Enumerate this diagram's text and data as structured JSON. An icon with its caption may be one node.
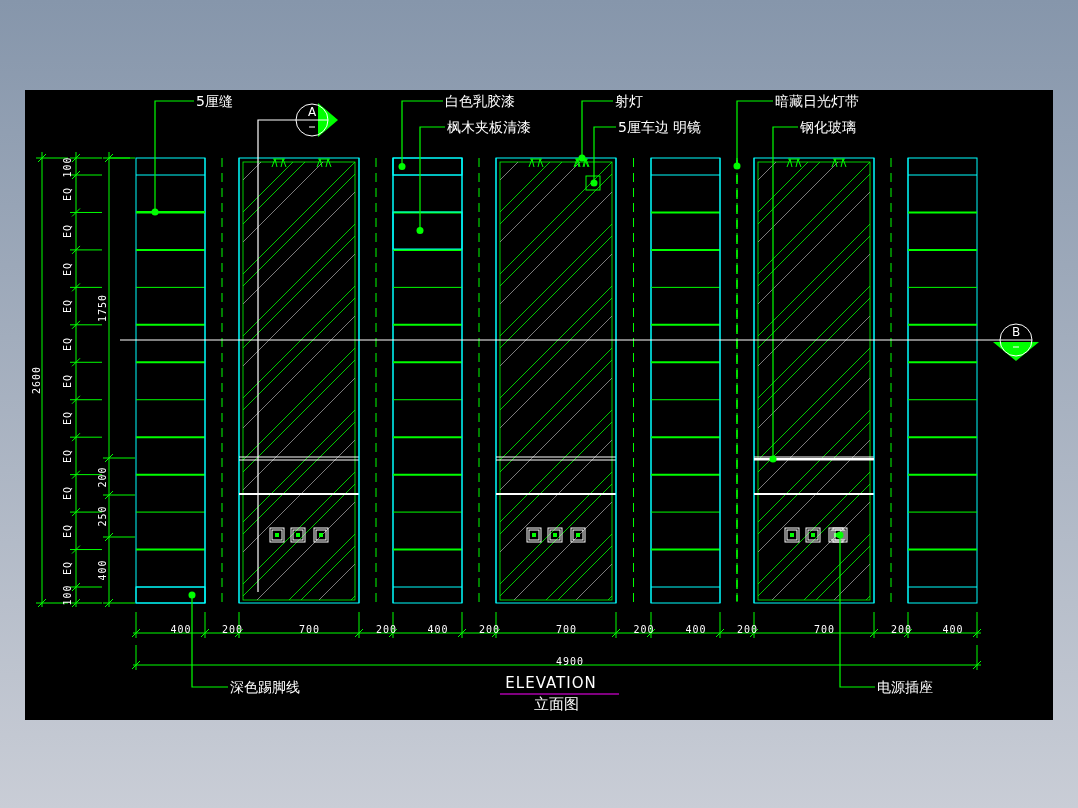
{
  "diagram": {
    "title": "ELEVATION",
    "caption": "立面图",
    "nodes": [
      {
        "text": [
          "5厘缝"
        ]
      },
      {
        "text": [
          "白色乳胶漆"
        ]
      },
      {
        "text": [
          "枫木夹板清漆"
        ]
      },
      {
        "text": [
          "射灯"
        ]
      },
      {
        "text": [
          "5厘车边 明镜"
        ]
      },
      {
        "text": [
          "暗藏日光灯带"
        ]
      },
      {
        "text": [
          "钢化玻璃"
        ]
      },
      {
        "text": [
          "深色踢脚线"
        ]
      },
      {
        "text": [
          "电源插座"
        ]
      },
      {
        "text": [
          "A"
        ]
      },
      {
        "text": [
          "B"
        ]
      },
      {
        "text": [],
        "shape": "bar"
      },
      {
        "text": [],
        "shape": "box"
      },
      {
        "text": [],
        "shape": "box"
      },
      {
        "text": [],
        "shape": "picture"
      },
      {
        "text": [],
        "shape": "box"
      },
      {
        "text": [],
        "shape": "bar"
      },
      {
        "text": [],
        "shape": "bar"
      },
      {
        "text": [],
        "shape": "box"
      },
      {
        "text": [],
        "shape": "picture"
      }
    ],
    "edges": [
      {
        "from": 0,
        "to": 11,
        "arrow": "other"
      },
      {
        "from": 1,
        "to": 12,
        "arrow": "other"
      },
      {
        "from": 2,
        "to": 13,
        "arrow": "other"
      },
      {
        "from": 3,
        "to": 14,
        "arrow": "other"
      },
      {
        "from": 4,
        "to": 15,
        "arrow": "other"
      },
      {
        "from": 5,
        "to": 16,
        "arrow": "other"
      },
      {
        "from": 6,
        "to": 17,
        "arrow": "other"
      },
      {
        "from": 7,
        "to": 18,
        "arrow": "other"
      },
      {
        "from": 8,
        "to": 19,
        "arrow": "other"
      },
      {
        "from": 9,
        "to": null,
        "arrow": "none",
        "color": "#ffffff"
      },
      {
        "from": 10,
        "to": null,
        "arrow": "none",
        "color": "#ffffff"
      }
    ],
    "labels": [
      "100",
      "EQ",
      "EQ",
      "EQ",
      "EQ",
      "EQ",
      "EQ",
      "EQ",
      "EQ",
      "EQ",
      "EQ",
      "EQ",
      "100",
      "1750",
      "200",
      "250",
      "400",
      "2600",
      "400",
      "200",
      "700",
      "200",
      "400",
      "200",
      "700",
      "200",
      "400",
      "200",
      "700",
      "200",
      "400",
      "4900"
    ]
  }
}
